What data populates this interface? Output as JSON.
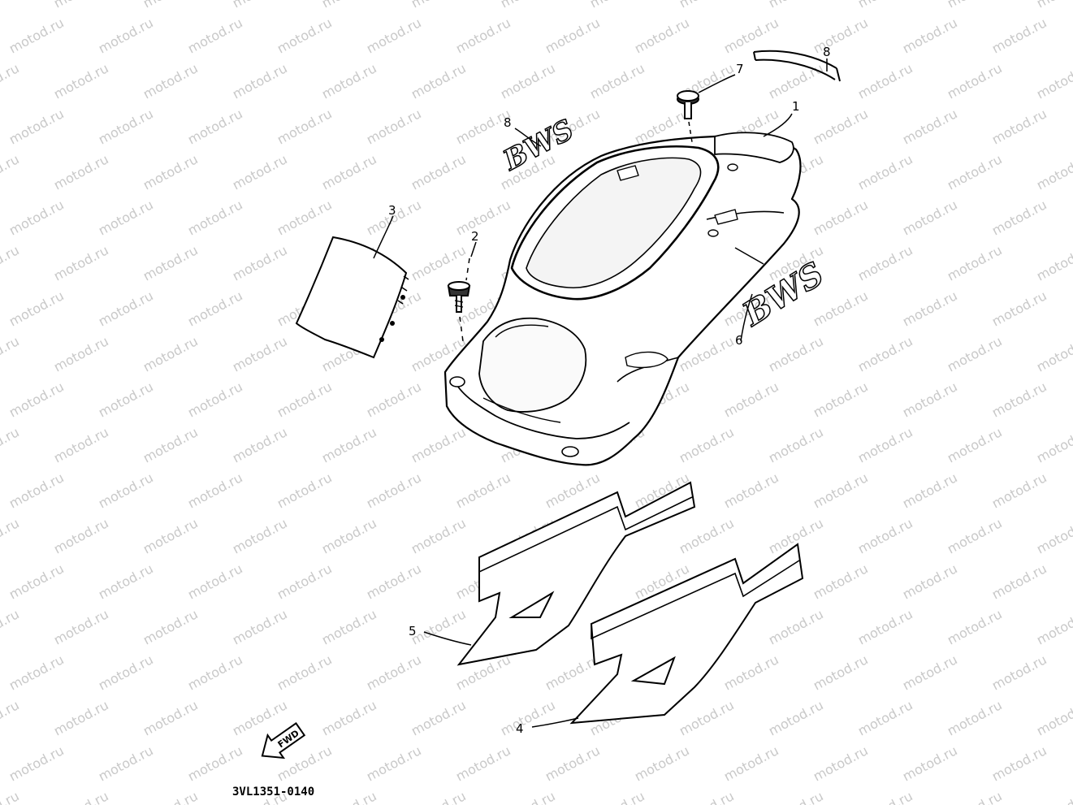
{
  "diagram": {
    "watermark_text": "motod.ru",
    "part_code": "3VL1351-0140",
    "direction_label": "FWD",
    "decal_text": "BWS",
    "callouts": [
      {
        "id": "1",
        "label": "1"
      },
      {
        "id": "2",
        "label": "2"
      },
      {
        "id": "3",
        "label": "3"
      },
      {
        "id": "4",
        "label": "4"
      },
      {
        "id": "5",
        "label": "5"
      },
      {
        "id": "6",
        "label": "6"
      },
      {
        "id": "7",
        "label": "7"
      },
      {
        "id": "8a",
        "label": "8"
      },
      {
        "id": "8b",
        "label": "8"
      }
    ]
  }
}
